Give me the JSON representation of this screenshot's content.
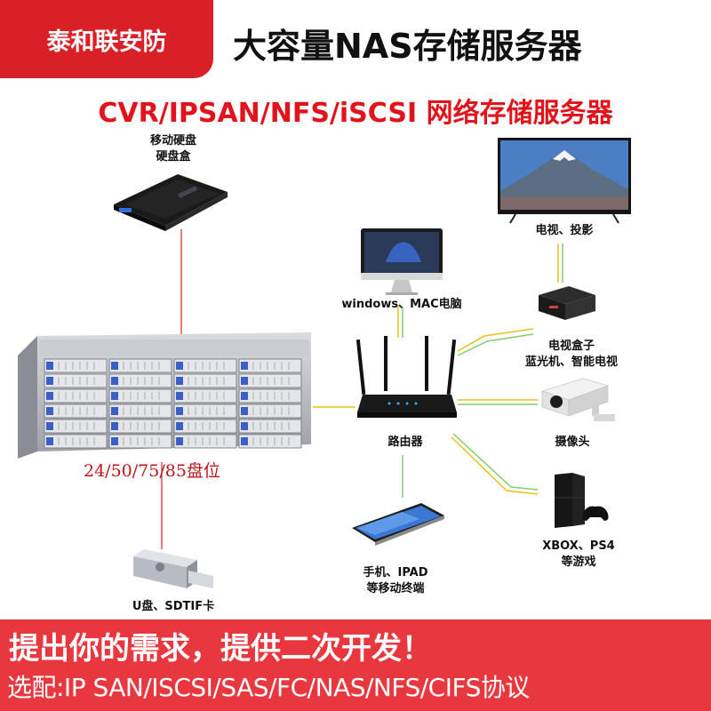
{
  "header": {
    "brand": "泰和联安防",
    "title": "大容量NAS存储服务器",
    "subtitle": "CVR/IPSAN/NFS/iSCSI 网络存储服务器"
  },
  "devices": {
    "hdd_enclosure": {
      "line1": "移动硬盘",
      "line2": "硬盘盒"
    },
    "server": {
      "bays": "24/50/75/85盘位"
    },
    "usb": {
      "label": "U盘、SDTIF卡"
    },
    "computer": {
      "label": "windows、MAC电脑"
    },
    "tv": {
      "label": "电视、投影"
    },
    "tv_box": {
      "line1": "电视盒子",
      "line2": "蓝光机、智能电视"
    },
    "router": {
      "label": "路由器"
    },
    "camera": {
      "label": "摄像头"
    },
    "console": {
      "line1": "XBOX、PS4",
      "line2": "等游戏"
    },
    "phone": {
      "line1": "手机、IPAD",
      "line2": "等移动终端"
    }
  },
  "footer": {
    "line1": "提出你的需求，提供二次开发！",
    "line2": "选配:IP SAN/ISCSI/SAS/FC/NAS/NFS/CIFS协议"
  },
  "colors": {
    "brand_red": "#d92027",
    "subtitle_red": "#e1141c",
    "footer_red": "#e8373e",
    "wire_red": "#d9343a",
    "wire_yellow": "#e8c21a",
    "wire_green": "#7fcf6a"
  }
}
